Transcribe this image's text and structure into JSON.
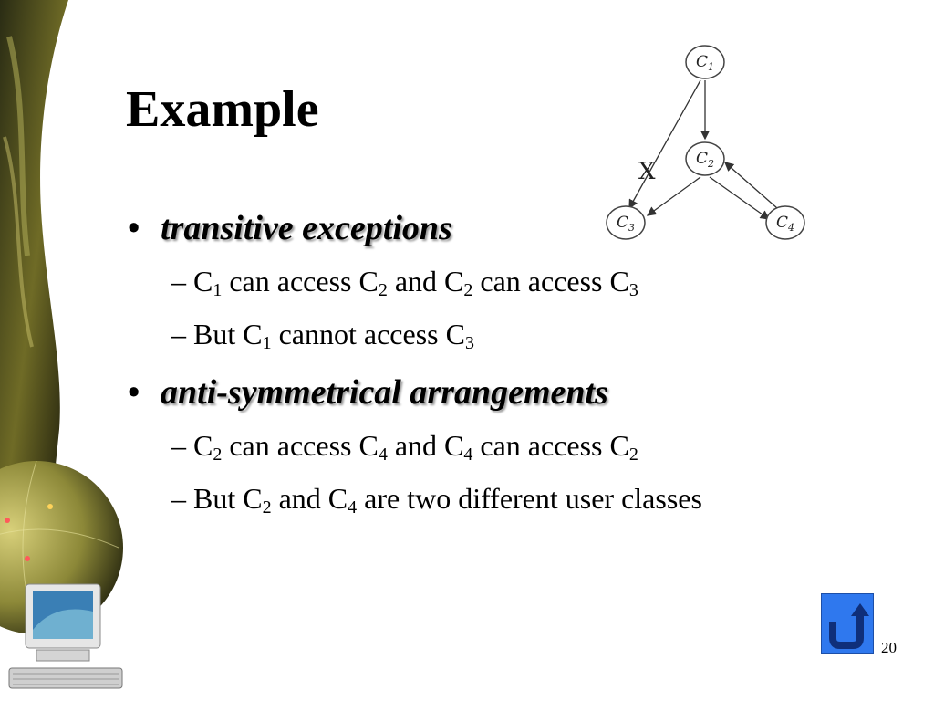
{
  "slide": {
    "title": "Example",
    "page_number": "20"
  },
  "bullets": [
    {
      "dot": "•",
      "label": "transitive exceptions",
      "subs": [
        {
          "dash": "– ",
          "parts": [
            "C",
            "1",
            " can access C",
            "2",
            " and C",
            "2",
            " can access C",
            "3"
          ]
        },
        {
          "dash": "– ",
          "parts": [
            "But C",
            "1",
            " cannot access C",
            "3"
          ]
        }
      ]
    },
    {
      "dot": "•",
      "label": "anti-symmetrical arrangements",
      "subs": [
        {
          "dash": "– ",
          "parts": [
            "C",
            "2",
            " can access C",
            "4",
            " and C",
            "4",
            " can access C",
            "2"
          ]
        },
        {
          "dash": "– ",
          "parts": [
            "But C",
            "2",
            " and C",
            "4",
            " are two different user classes"
          ]
        }
      ]
    }
  ],
  "diagram": {
    "nodes": [
      {
        "label": "C",
        "sub": "1"
      },
      {
        "label": "C",
        "sub": "2"
      },
      {
        "label": "C",
        "sub": "3"
      },
      {
        "label": "C",
        "sub": "4"
      }
    ],
    "blocked_mark": "X"
  },
  "icons": {
    "return": "return-arrow-icon",
    "decoration": "computer-globe-art"
  },
  "colors": {
    "art_dark": "#1c1f0f",
    "art_olive": "#7c7a2e",
    "button_blue": "#2f78ee"
  }
}
